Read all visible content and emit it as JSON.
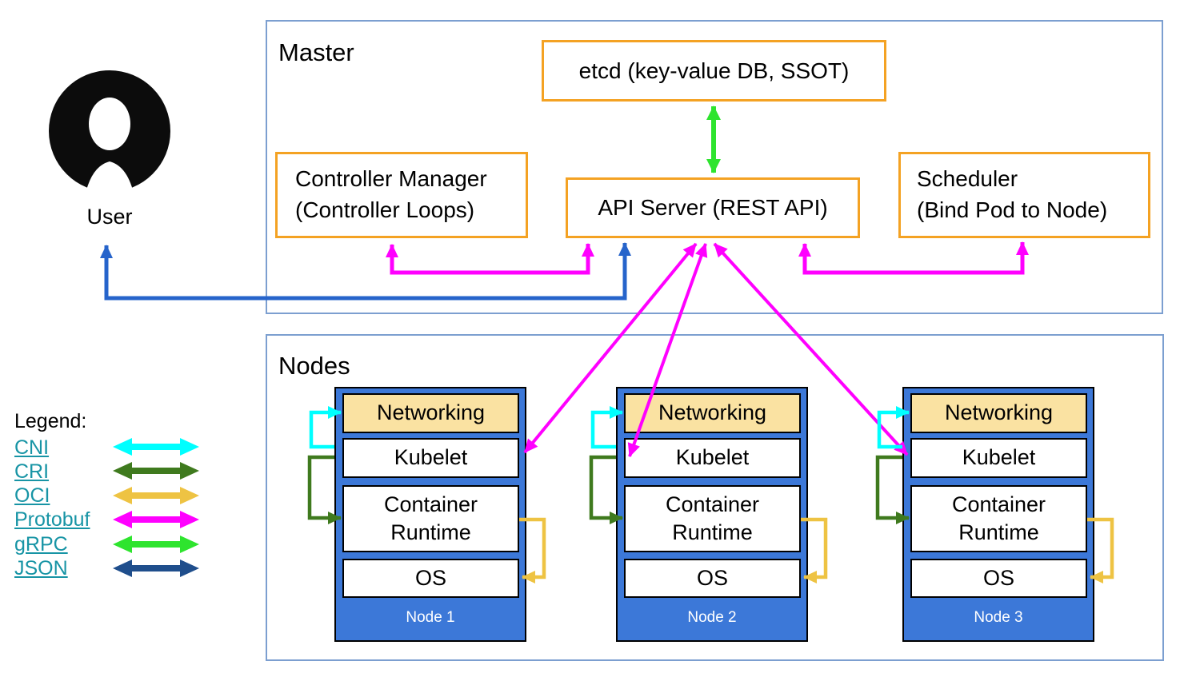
{
  "master": {
    "title": "Master",
    "etcd": "etcd (key-value DB, SSOT)",
    "api_server": "API Server (REST API)",
    "controller_manager": [
      "Controller Manager",
      "(Controller Loops)"
    ],
    "scheduler": [
      "Scheduler",
      "(Bind Pod to Node)"
    ]
  },
  "user": {
    "label": "User"
  },
  "nodes_section": {
    "title": "Nodes",
    "nodes": [
      {
        "name": "Node 1",
        "layers": [
          "Networking",
          "Kubelet",
          "Container Runtime",
          "OS"
        ]
      },
      {
        "name": "Node 2",
        "layers": [
          "Networking",
          "Kubelet",
          "Container Runtime",
          "OS"
        ]
      },
      {
        "name": "Node 3",
        "layers": [
          "Networking",
          "Kubelet",
          "Container Runtime",
          "OS"
        ]
      }
    ]
  },
  "legend": {
    "title": "Legend:",
    "items": [
      {
        "label": "CNI",
        "color": "#00FFFF"
      },
      {
        "label": "CRI",
        "color": "#3F7A1E"
      },
      {
        "label": "OCI",
        "color": "#EEC343"
      },
      {
        "label": "Protobuf",
        "color": "#FF00FF"
      },
      {
        "label": "gRPC",
        "color": "#2EE42E"
      },
      {
        "label": "JSON",
        "color": "#1F4E8C"
      }
    ]
  },
  "colors": {
    "section_border": "#7C9FD0",
    "component_border": "#F4A223",
    "node_fill": "#3C78D8",
    "networking_fill": "#FAE2A2",
    "cni": "#00FFFF",
    "cri": "#3F7A1E",
    "oci": "#EEC343",
    "protobuf": "#FF00FF",
    "grpc": "#2EE42E",
    "json": "#1F4E8C",
    "user_arrow": "#2664CB",
    "legend_link_text": "#1794A5"
  }
}
